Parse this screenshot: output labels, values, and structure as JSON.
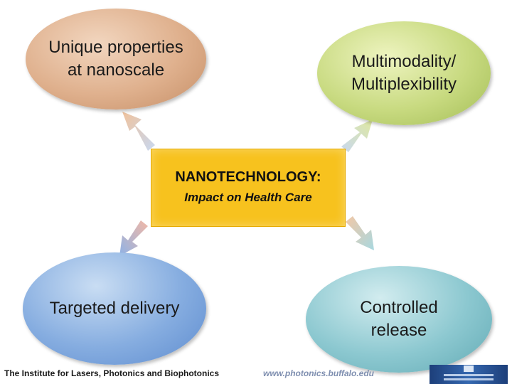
{
  "diagram": {
    "center": {
      "title": "NANOTECHNOLOGY:",
      "subtitle": "Impact on Health Care"
    },
    "nodes": {
      "top_left": "Unique properties at nanoscale",
      "top_right": "Multimodality/ Multiplexibility",
      "bottom_left": "Targeted delivery",
      "bottom_right": "Controlled release"
    },
    "node_lines": {
      "top_left": [
        "Unique properties",
        "at nanoscale"
      ],
      "top_right": [
        "Multimodality/",
        "Multiplexibility"
      ],
      "bottom_left": [
        "Targeted delivery"
      ],
      "bottom_right": [
        "Controlled",
        "release"
      ]
    },
    "colors": {
      "top_left": "#dfb08d",
      "top_right": "#c8da80",
      "bottom_left": "#86ade0",
      "bottom_right": "#8cc8d0",
      "center": "#f7c21e"
    }
  },
  "footer": {
    "institute": "The Institute for Lasers, Photonics and Biophotonics",
    "url": "www.photonics.buffalo.edu",
    "logo": "university-logo"
  }
}
